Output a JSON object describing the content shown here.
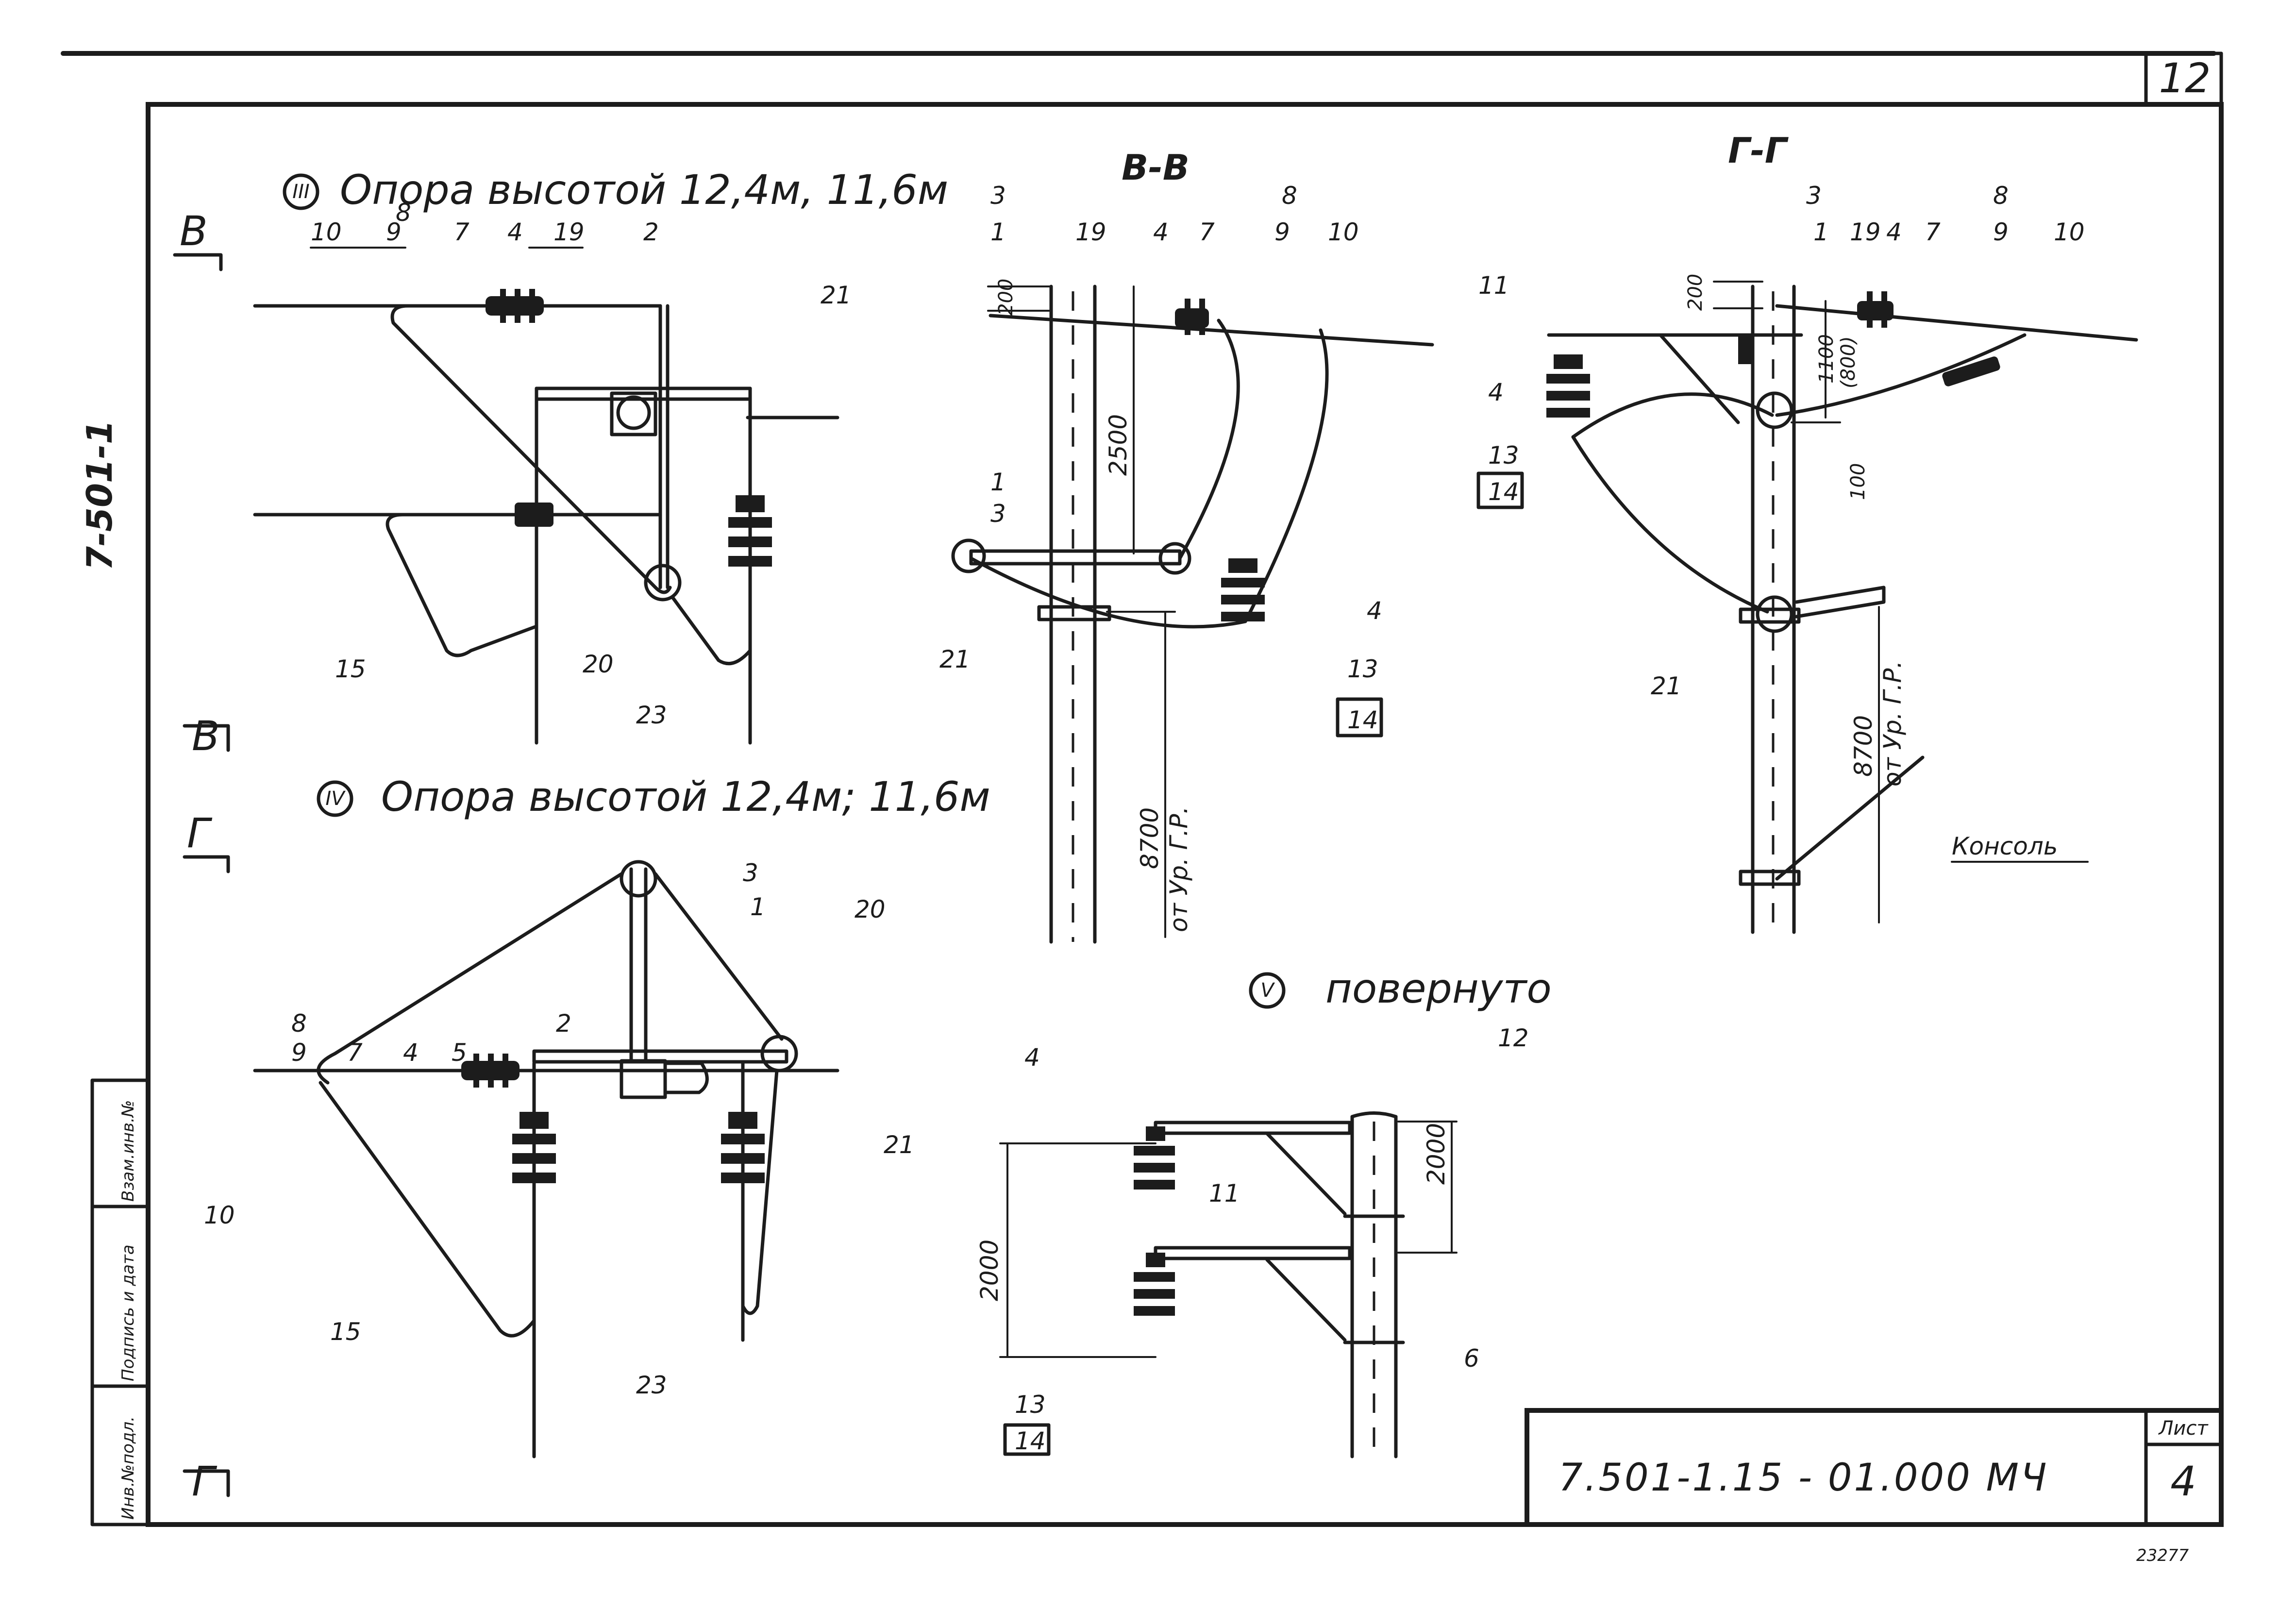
{
  "sheet": {
    "page_number": "12",
    "side_code": "7-501-1",
    "designation": "7.501-1.15 - 01.000 МЧ",
    "list_label": "Лист",
    "list_number": "4",
    "archive_number": "23277",
    "stamp_fields": [
      "Инв.№подл.",
      "Подпись и дата",
      "Взам.инв.№"
    ]
  },
  "view_III": {
    "marker": "III",
    "title": "Опора высотой 12,4м, 11,6м",
    "section_mark": "В",
    "callouts": [
      "10",
      "9",
      "8",
      "7",
      "4",
      "19",
      "2",
      "21",
      "15",
      "20",
      "23"
    ]
  },
  "view_IV": {
    "marker": "IV",
    "title": "Опора высотой 12,4м; 11,6м",
    "section_mark": "Г",
    "callouts": [
      "8",
      "9",
      "7",
      "4",
      "5",
      "2",
      "3",
      "1",
      "20",
      "21",
      "10",
      "15",
      "23"
    ]
  },
  "view_BB": {
    "title": "В-В",
    "callouts": [
      "3",
      "1",
      "19",
      "4",
      "7",
      "8",
      "9",
      "10",
      "1",
      "3",
      "4",
      "21",
      "13",
      "14"
    ],
    "dims": [
      "200",
      "2500",
      "8700",
      "от Ур. Г.Р."
    ]
  },
  "view_GG": {
    "title": "Г-Г",
    "callouts": [
      "3",
      "1",
      "19",
      "4",
      "7",
      "8",
      "9",
      "10",
      "11",
      "4",
      "13",
      "14",
      "21"
    ],
    "dims": [
      "200",
      "1100",
      "(800)",
      "100",
      "8700",
      "от Ур. Г.Р."
    ],
    "console_label": "Консоль"
  },
  "view_V": {
    "marker": "V",
    "title": "повернуто",
    "callouts": [
      "4",
      "12",
      "11",
      "13",
      "14",
      "6"
    ],
    "dims": [
      "2000",
      "2000"
    ]
  }
}
